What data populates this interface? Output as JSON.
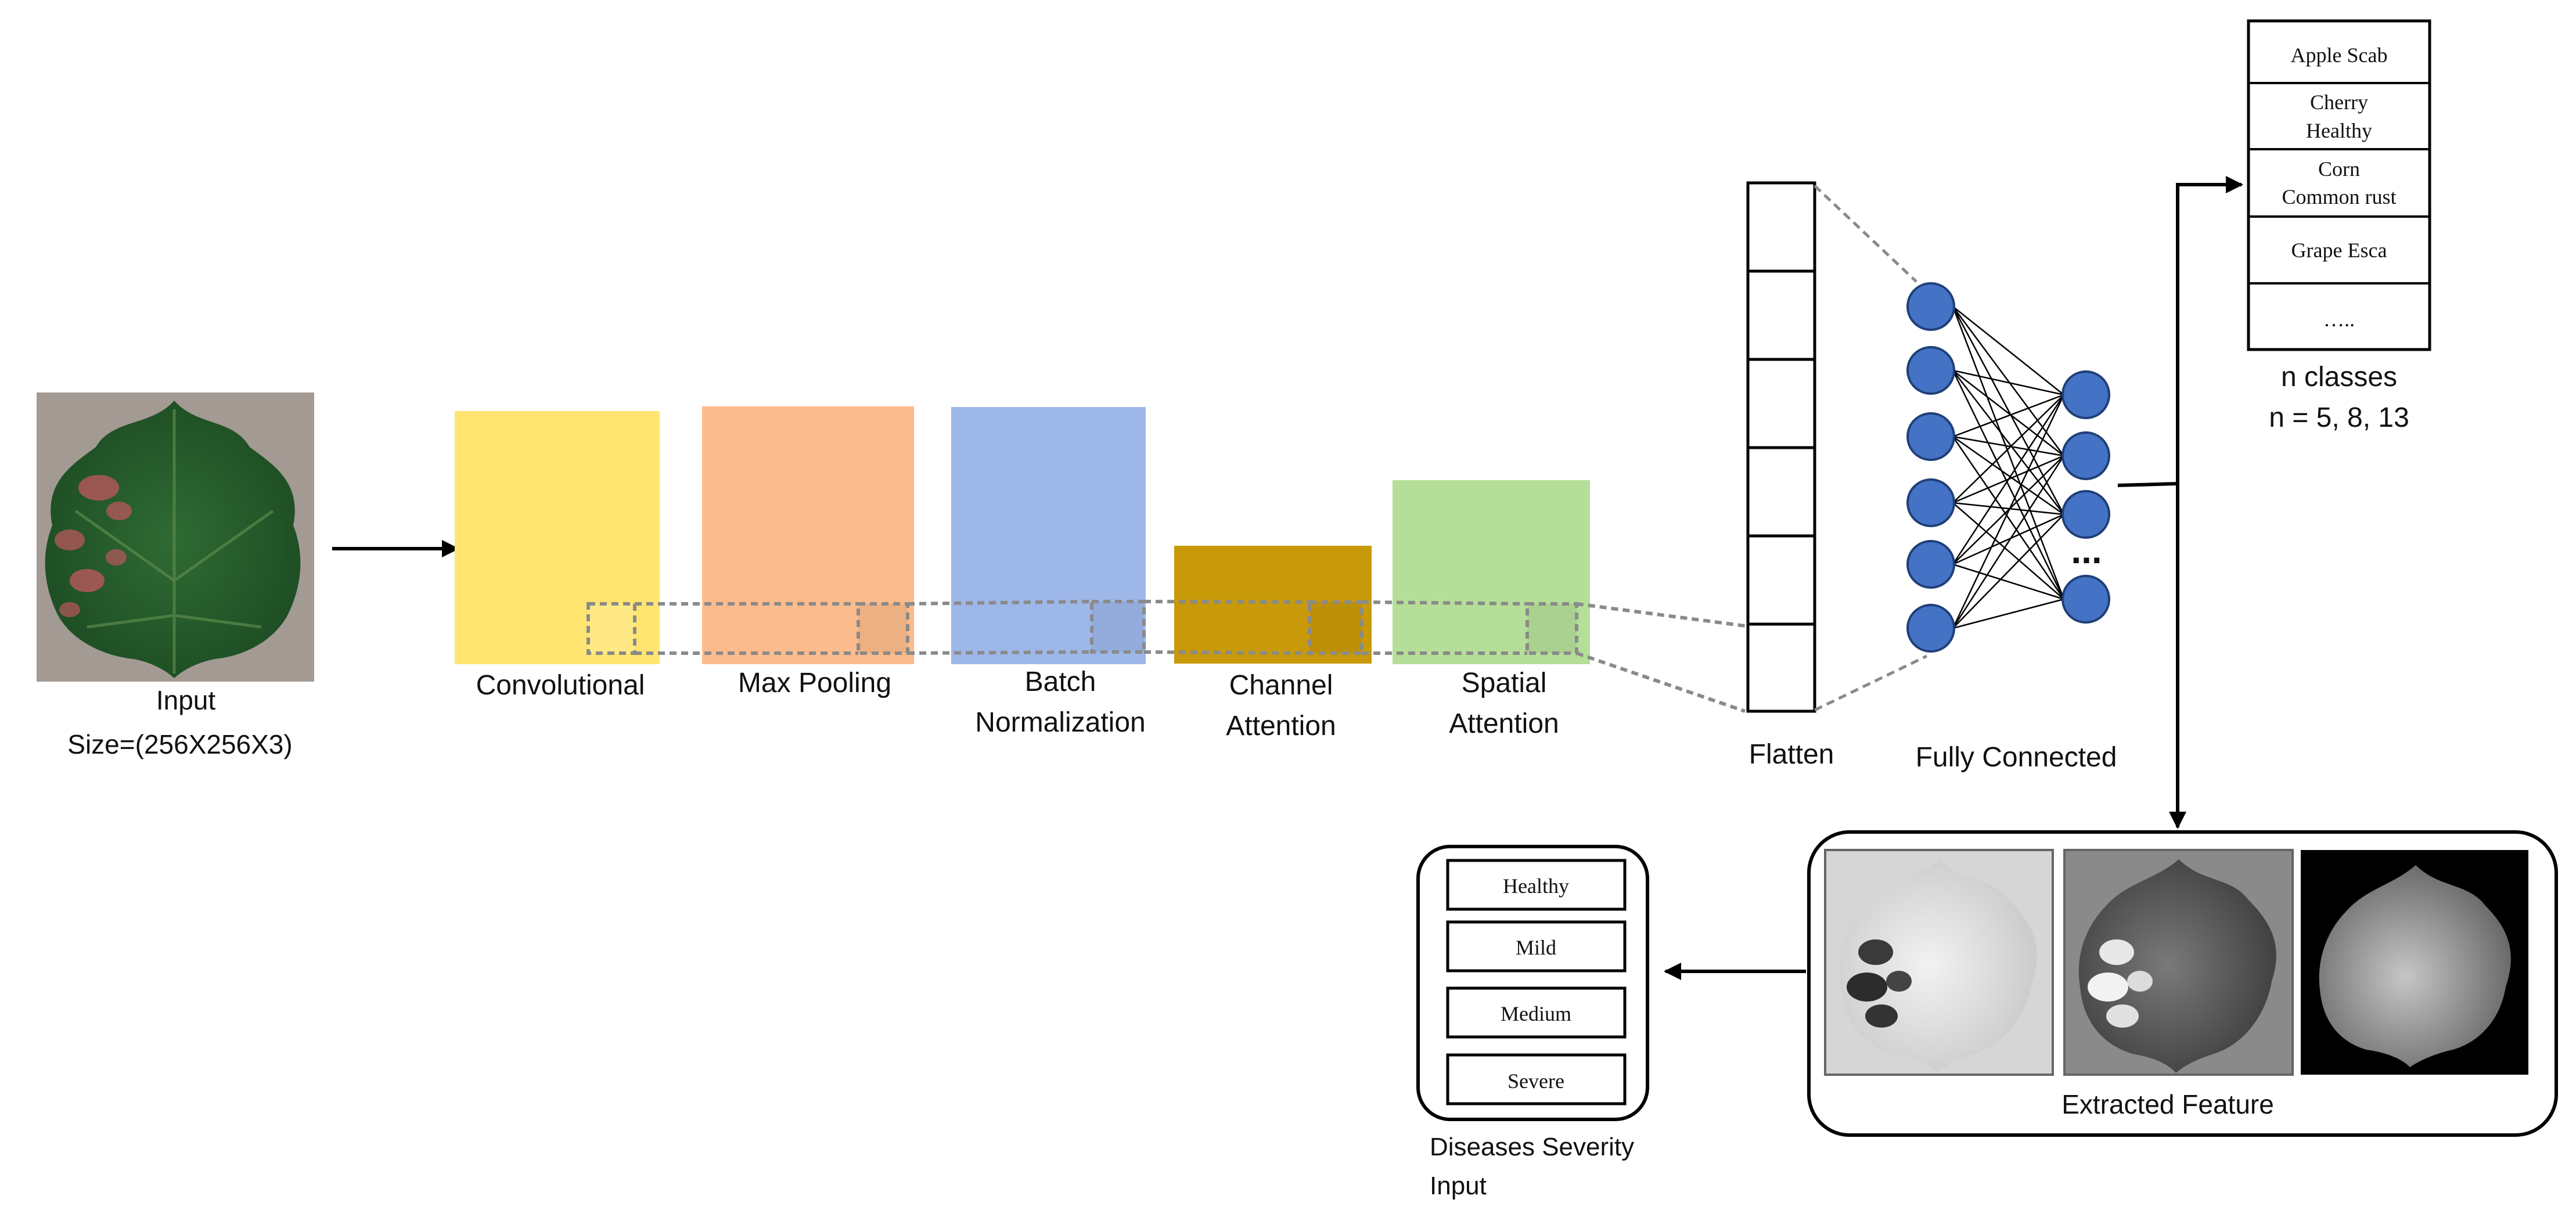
{
  "input": {
    "label": "Input",
    "size": "Size=(256X256X3)"
  },
  "layers": [
    {
      "id": "conv",
      "label_lines": [
        "Convolutional"
      ],
      "color": "#FFE570"
    },
    {
      "id": "pool",
      "label_lines": [
        "Max Pooling"
      ],
      "color": "#FCBB8C"
    },
    {
      "id": "bn",
      "label_lines": [
        "Batch",
        "Normalization"
      ],
      "color": "#9DB7E9"
    },
    {
      "id": "ca",
      "label_lines": [
        "Channel",
        "Attention"
      ],
      "color": "#C89A0A"
    },
    {
      "id": "sa",
      "label_lines": [
        "Spatial",
        "Attention"
      ],
      "color": "#B5DF98"
    }
  ],
  "flatten": {
    "label": "Flatten"
  },
  "fully_connected": {
    "label": "Fully Connected",
    "node_color": "#4472C4",
    "ellipsis": "..."
  },
  "classes": {
    "items": [
      [
        "Apple Scab"
      ],
      [
        "Cherry",
        "Healthy"
      ],
      [
        "Corn",
        "Common rust"
      ],
      [
        "Grape Esca"
      ],
      [
        "….."
      ]
    ],
    "caption_line1": "n classes",
    "caption_line2": "n = 5, 8, 13"
  },
  "features": {
    "label": "Extracted Feature"
  },
  "severity": {
    "items": [
      "Healthy",
      "Mild",
      "Medium",
      "Severe"
    ],
    "caption_line1": "Diseases Severity",
    "caption_line2": "Input"
  }
}
